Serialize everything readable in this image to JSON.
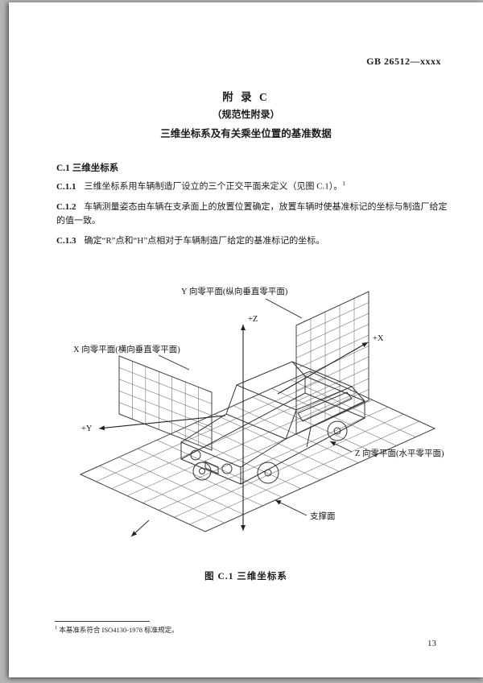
{
  "colors": {
    "ink": "#1b1b1b",
    "page_bg": "#fffffe",
    "scan_bg": "#b4b4b4"
  },
  "header": {
    "standard_code": "GB 26512—xxxx"
  },
  "title": {
    "line1": "附 录 C",
    "line2": "（规范性附录）",
    "line3": "三维坐标系及有关乘坐位置的基准数据"
  },
  "section": {
    "heading": "C.1 三维坐标系",
    "clauses": [
      {
        "num": "C.1.1",
        "text": "三维坐标系用车辆制造厂设立的三个正交平面来定义（见图 C.1）。",
        "footnote_ref": "1"
      },
      {
        "num": "C.1.2",
        "text": "车辆测量姿态由车辆在支承面上的放置位置确定，放置车辆时使基准标记的坐标与制造厂给定的值一致。",
        "footnote_ref": ""
      },
      {
        "num": "C.1.3",
        "text": "确定“R”点和“H”点相对于车辆制造厂给定的基准标记的坐标。",
        "footnote_ref": ""
      }
    ]
  },
  "figure": {
    "caption": "图 C.1  三维坐标系",
    "labels": {
      "y_plane": "Y 向零平面(纵向垂直零平面)",
      "x_plane": "X 向零平面(横向垂直零平面)",
      "z_plane": "Z 向零平面(水平零平面)",
      "support_surface": "支撑面",
      "axis_x": "+X",
      "axis_y": "+Y",
      "axis_z": "+Z"
    }
  },
  "footnote": {
    "marker": "1",
    "text": "本基准系符合 ISO4130-1978 标准规定。"
  },
  "page_number": "13"
}
